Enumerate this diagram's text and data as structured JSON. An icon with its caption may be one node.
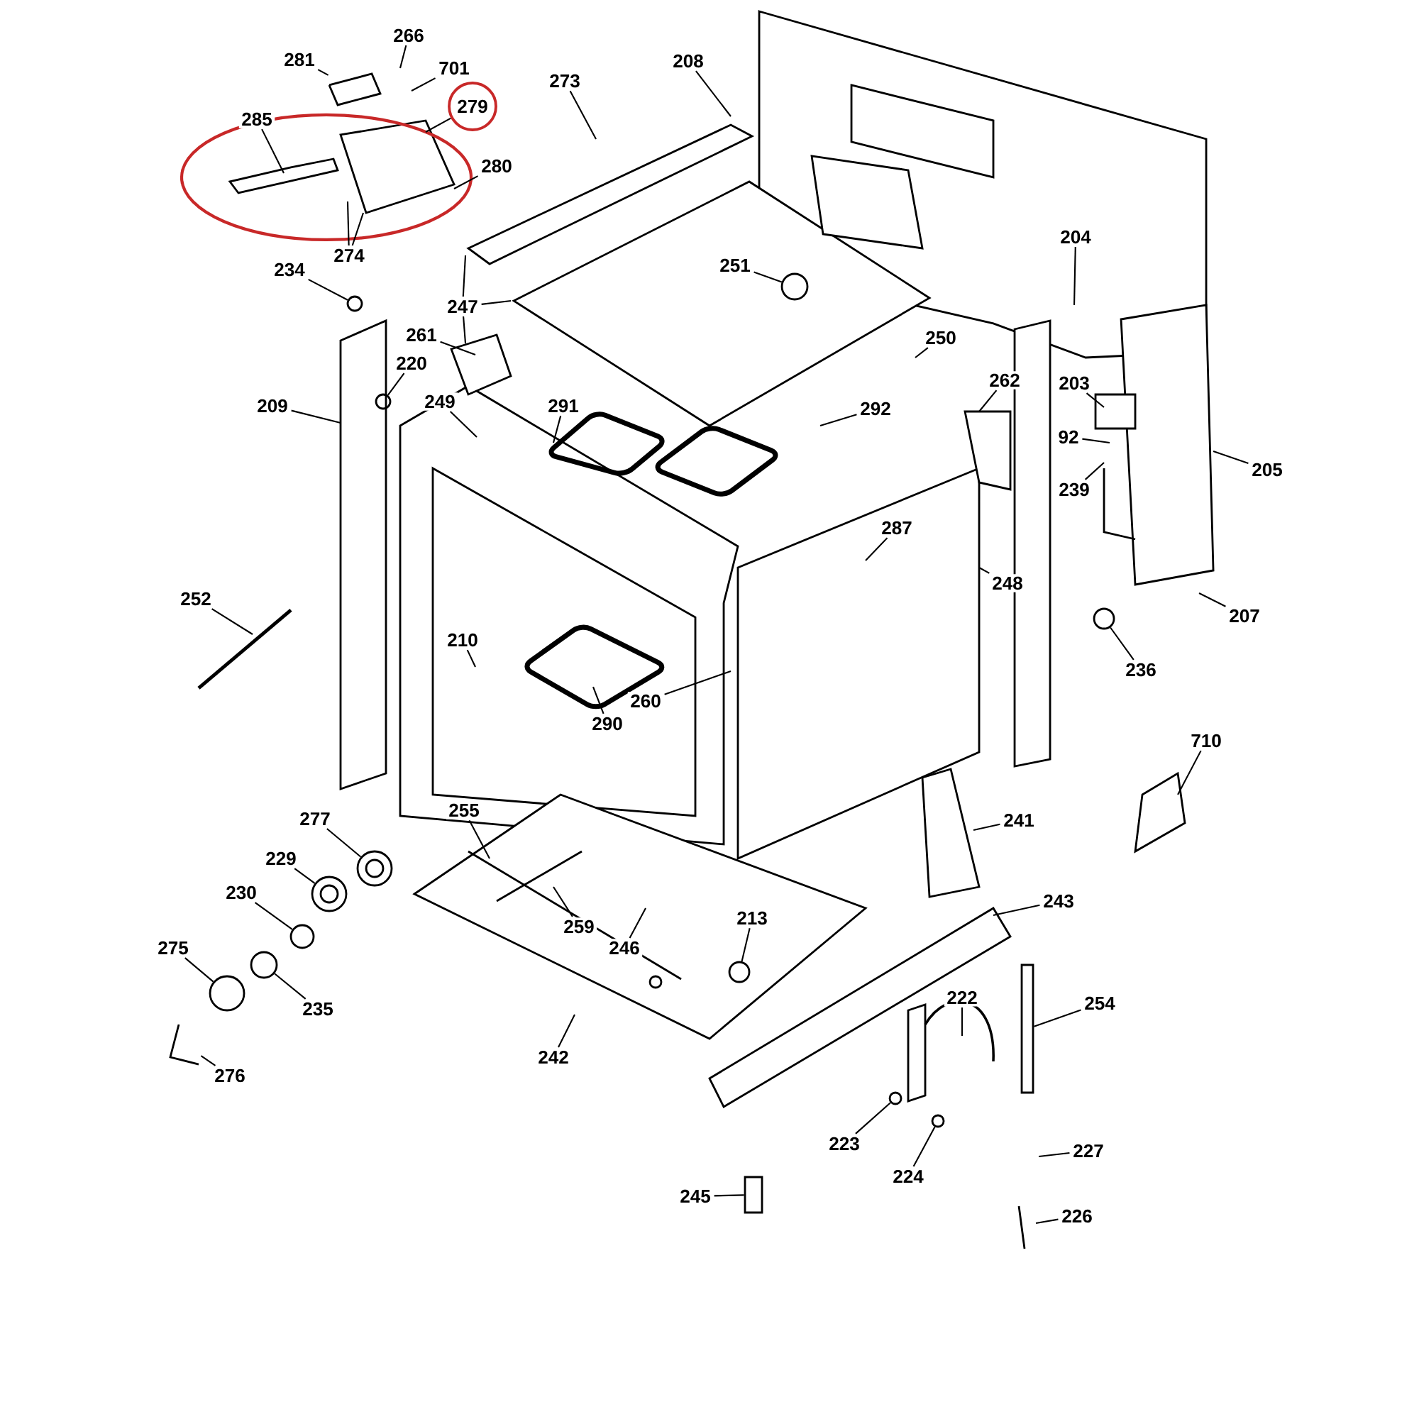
{
  "diagram": {
    "nodes": [
      {
        "text": [
          "266"
        ]
      },
      {
        "text": [
          "281"
        ]
      },
      {
        "text": [
          "701"
        ]
      },
      {
        "text": [
          "279"
        ]
      },
      {
        "text": [
          "285"
        ]
      },
      {
        "text": [
          "280"
        ]
      },
      {
        "text": [
          "274"
        ]
      },
      {
        "text": [
          "234"
        ]
      },
      {
        "text": [
          "273"
        ]
      },
      {
        "text": [
          "208"
        ]
      },
      {
        "text": [
          "251"
        ]
      },
      {
        "text": [
          "247"
        ]
      },
      {
        "text": [
          "261"
        ]
      },
      {
        "text": [
          "220"
        ]
      },
      {
        "text": [
          "209"
        ]
      },
      {
        "text": [
          "249"
        ]
      },
      {
        "text": [
          "291"
        ]
      },
      {
        "text": [
          "250"
        ]
      },
      {
        "text": [
          "262"
        ]
      },
      {
        "text": [
          "292"
        ]
      },
      {
        "text": [
          "204"
        ]
      },
      {
        "text": [
          "203"
        ]
      },
      {
        "text": [
          "92"
        ]
      },
      {
        "text": [
          "239"
        ]
      },
      {
        "text": [
          "205"
        ]
      },
      {
        "text": [
          "207"
        ]
      },
      {
        "text": [
          "287"
        ]
      },
      {
        "text": [
          "248"
        ]
      },
      {
        "text": [
          "252"
        ]
      },
      {
        "text": [
          "236"
        ]
      },
      {
        "text": [
          "210"
        ]
      },
      {
        "text": [
          "260"
        ]
      },
      {
        "text": [
          "290"
        ]
      },
      {
        "text": [
          "710"
        ]
      },
      {
        "text": [
          "277"
        ]
      },
      {
        "text": [
          "255"
        ]
      },
      {
        "text": [
          "241"
        ]
      },
      {
        "text": [
          "229"
        ]
      },
      {
        "text": [
          "230"
        ]
      },
      {
        "text": [
          "213"
        ]
      },
      {
        "text": [
          "243"
        ]
      },
      {
        "text": [
          "259"
        ]
      },
      {
        "text": [
          "246"
        ]
      },
      {
        "text": [
          "275"
        ]
      },
      {
        "text": [
          "235"
        ]
      },
      {
        "text": [
          "254"
        ]
      },
      {
        "text": [
          "222"
        ]
      },
      {
        "text": [
          "242"
        ]
      },
      {
        "text": [
          "276"
        ]
      },
      {
        "text": [
          "223"
        ]
      },
      {
        "text": [
          "227"
        ]
      },
      {
        "text": [
          "224"
        ]
      },
      {
        "text": [
          "226"
        ]
      },
      {
        "text": [
          "245"
        ]
      },
      {
        "text": [],
        "shape": "circle"
      },
      {
        "text": [],
        "shape": "circle"
      },
      {
        "text": [],
        "shape": "circle"
      },
      {
        "text": [],
        "shape": "circle"
      },
      {
        "text": [],
        "shape": "circle"
      },
      {
        "text": [],
        "shape": "circle"
      },
      {
        "text": [],
        "shape": "circle"
      },
      {
        "text": [],
        "shape": "circle"
      },
      {
        "text": [],
        "shape": "circle"
      },
      {
        "text": [],
        "shape": "circle"
      },
      {
        "text": [],
        "shape": "circle"
      },
      {
        "text": [],
        "shape": "circle"
      },
      {
        "text": [],
        "shape": "picture"
      },
      {
        "text": [],
        "shape": "bar"
      },
      {
        "text": [],
        "shape": "bar"
      },
      {
        "text": [],
        "shape": "picture"
      }
    ],
    "edges": [
      {
        "from": 0,
        "to": null,
        "arrow": "none"
      },
      {
        "from": 1,
        "to": 66,
        "arrow": "none"
      },
      {
        "from": 2,
        "to": null,
        "arrow": "none"
      },
      {
        "from": 3,
        "to": null,
        "arrow": "none"
      },
      {
        "from": 4,
        "to": null,
        "arrow": "none"
      },
      {
        "from": 5,
        "to": null,
        "arrow": "none"
      },
      {
        "from": 6,
        "to": null,
        "arrow": "none"
      },
      {
        "from": 6,
        "to": null,
        "arrow": "none"
      },
      {
        "from": 7,
        "to": 54,
        "arrow": "none"
      },
      {
        "from": 8,
        "to": null,
        "arrow": "none"
      },
      {
        "from": 9,
        "to": null,
        "arrow": "none"
      },
      {
        "from": 10,
        "to": 55,
        "arrow": "none"
      },
      {
        "from": 11,
        "to": null,
        "arrow": "none"
      },
      {
        "from": 11,
        "to": null,
        "arrow": "none"
      },
      {
        "from": 11,
        "to": null,
        "arrow": "none"
      },
      {
        "from": 12,
        "to": null,
        "arrow": "none"
      },
      {
        "from": 13,
        "to": 56,
        "arrow": "none"
      },
      {
        "from": 14,
        "to": null,
        "arrow": "none"
      },
      {
        "from": 15,
        "to": null,
        "arrow": "none"
      },
      {
        "from": 16,
        "to": null,
        "arrow": "none"
      },
      {
        "from": 17,
        "to": null,
        "arrow": "none"
      },
      {
        "from": 18,
        "to": null,
        "arrow": "none"
      },
      {
        "from": 19,
        "to": null,
        "arrow": "none"
      },
      {
        "from": 20,
        "to": null,
        "arrow": "none"
      },
      {
        "from": 21,
        "to": null,
        "arrow": "none"
      },
      {
        "from": 22,
        "to": null,
        "arrow": "none"
      },
      {
        "from": 23,
        "to": null,
        "arrow": "none"
      },
      {
        "from": 24,
        "to": null,
        "arrow": "none"
      },
      {
        "from": 25,
        "to": null,
        "arrow": "none"
      },
      {
        "from": 26,
        "to": null,
        "arrow": "none"
      },
      {
        "from": 27,
        "to": null,
        "arrow": "none"
      },
      {
        "from": 28,
        "to": null,
        "arrow": "none"
      },
      {
        "from": 29,
        "to": 57,
        "arrow": "none"
      },
      {
        "from": 30,
        "to": null,
        "arrow": "none"
      },
      {
        "from": 31,
        "to": null,
        "arrow": "none"
      },
      {
        "from": 32,
        "to": null,
        "arrow": "none"
      },
      {
        "from": 33,
        "to": null,
        "arrow": "none"
      },
      {
        "from": 34,
        "to": 58,
        "arrow": "none"
      },
      {
        "from": 35,
        "to": null,
        "arrow": "none"
      },
      {
        "from": 36,
        "to": null,
        "arrow": "none"
      },
      {
        "from": 37,
        "to": 59,
        "arrow": "none"
      },
      {
        "from": 38,
        "to": 60,
        "arrow": "none"
      },
      {
        "from": 39,
        "to": 61,
        "arrow": "none"
      },
      {
        "from": 40,
        "to": null,
        "arrow": "none"
      },
      {
        "from": 41,
        "to": null,
        "arrow": "none"
      },
      {
        "from": 42,
        "to": null,
        "arrow": "none"
      },
      {
        "from": 43,
        "to": 62,
        "arrow": "none"
      },
      {
        "from": 44,
        "to": 63,
        "arrow": "none"
      },
      {
        "from": 45,
        "to": 67,
        "arrow": "none"
      },
      {
        "from": 46,
        "to": null,
        "arrow": "none"
      },
      {
        "from": 47,
        "to": null,
        "arrow": "none"
      },
      {
        "from": 48,
        "to": 69,
        "arrow": "none"
      },
      {
        "from": 49,
        "to": 64,
        "arrow": "none"
      },
      {
        "from": 50,
        "to": null,
        "arrow": "none"
      },
      {
        "from": 51,
        "to": 65,
        "arrow": "none"
      },
      {
        "from": 52,
        "to": null,
        "arrow": "none"
      },
      {
        "from": 53,
        "to": 68,
        "arrow": "none"
      }
    ]
  }
}
